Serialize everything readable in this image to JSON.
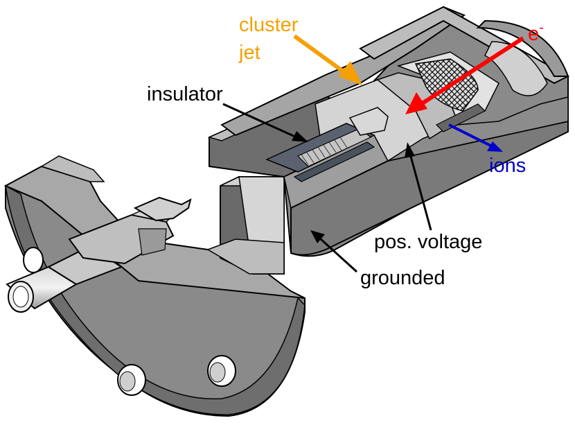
{
  "labels": {
    "cluster_jet": {
      "line1": "cluster",
      "line2": "jet"
    },
    "electron": {
      "base": "e",
      "sup": "-"
    },
    "insulator": "insulator",
    "ions": "ions",
    "pos_voltage": "pos. voltage",
    "grounded": "grounded"
  },
  "colors": {
    "cluster_jet": "#f5a000",
    "electron": "#ff0000",
    "ions": "#0000cc",
    "text": "#000000",
    "body_light": "#a6a6a6",
    "body_mid": "#8a8a8a",
    "body_dark": "#5e5e5e",
    "body_face": "#c8c8c8",
    "inner_light": "#d9d9d9",
    "insulator": "#5a6270",
    "outline": "#000000"
  },
  "icons": {
    "mesh": "grid-mesh-icon"
  }
}
